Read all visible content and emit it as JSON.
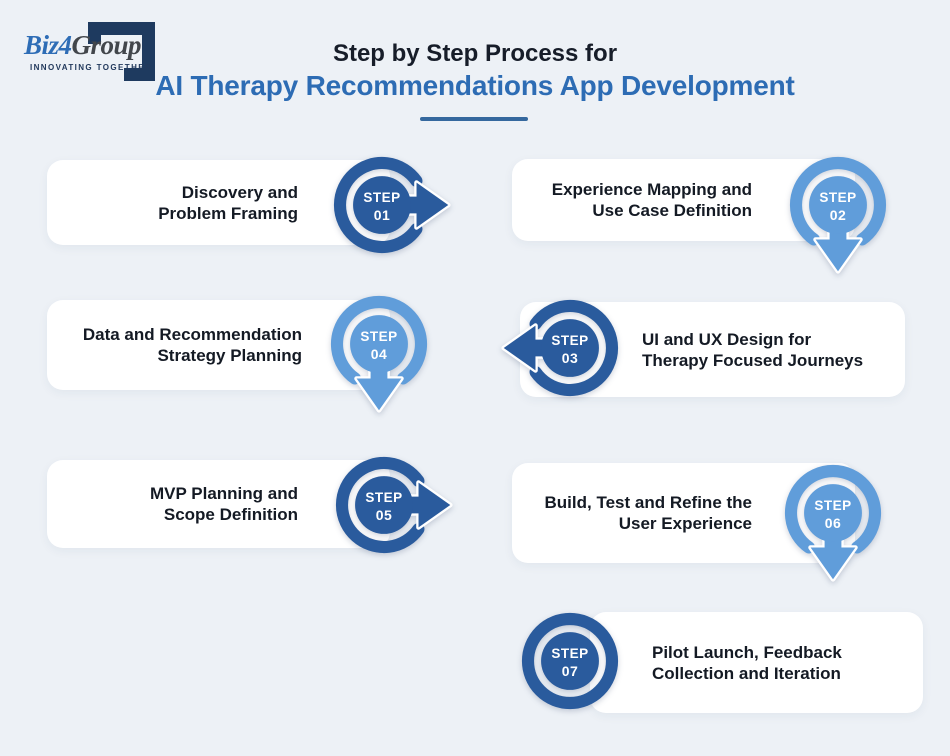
{
  "logo": {
    "brand_prefix": "Biz",
    "brand_digit": "4",
    "brand_suffix": "Group",
    "tagline": "INNOVATING TOGETHER",
    "brand_blue": "#2e6db6",
    "brand_dark": "#42464b",
    "mark_color": "#1e3a5f"
  },
  "header": {
    "title_line1": "Step by Step Process for",
    "title_line2": "AI Therapy Recommendations App Development",
    "title_line1_color": "#171d29",
    "title_line2_color": "#2d6cb4",
    "underline_color": "#35689e"
  },
  "theme": {
    "background": "#edf1f6",
    "card_bg": "#ffffff",
    "dark_blue": "#2a5b9d",
    "light_blue": "#609dda",
    "step_text_color": "#141a24"
  },
  "steps": [
    {
      "label": "STEP",
      "number": "01",
      "line1": "Discovery and",
      "line2": "Problem Framing",
      "variant": "dark",
      "arrow": "right"
    },
    {
      "label": "STEP",
      "number": "02",
      "line1": "Experience Mapping and",
      "line2": "Use Case Definition",
      "variant": "light",
      "arrow": "down"
    },
    {
      "label": "STEP",
      "number": "03",
      "line1": "UI and UX Design for",
      "line2": "Therapy Focused Journeys",
      "variant": "dark",
      "arrow": "left"
    },
    {
      "label": "STEP",
      "number": "04",
      "line1": "Data and Recommendation",
      "line2": "Strategy Planning",
      "variant": "light",
      "arrow": "down"
    },
    {
      "label": "STEP",
      "number": "05",
      "line1": "MVP Planning and",
      "line2": "Scope Definition",
      "variant": "dark",
      "arrow": "right"
    },
    {
      "label": "STEP",
      "number": "06",
      "line1": "Build, Test and Refine the",
      "line2": "User Experience",
      "variant": "light",
      "arrow": "down"
    },
    {
      "label": "STEP",
      "number": "07",
      "line1": "Pilot Launch, Feedback",
      "line2": "Collection and Iteration",
      "variant": "dark",
      "arrow": "none"
    }
  ]
}
